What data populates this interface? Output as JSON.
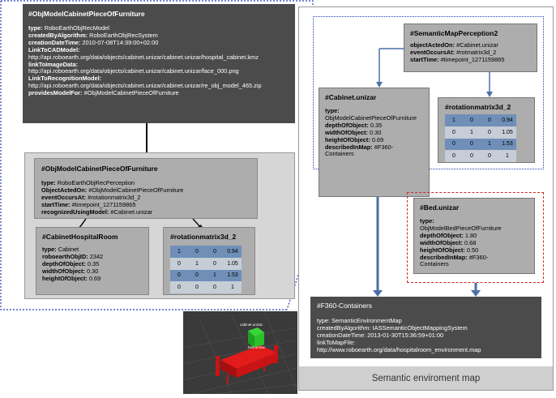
{
  "objmodel": {
    "title": "#ObjModelCabinetPieceOfFurniture",
    "fields": [
      {
        "key": "type:",
        "val": " RoboEarthObjRecModel"
      },
      {
        "key": "createdByAlgorithm:",
        "val": " RoboEarthObjRecSystem"
      },
      {
        "key": "creationDateTime:",
        "val": " 2010-07-08T14:39:00+02:00"
      },
      {
        "key": "LinkToCADModel:",
        "val": ""
      },
      {
        "url": "http://api.roboearth.org/data/objects/cabinet.unizar/cabinet.unizar/hospital_cabinet.kmz"
      },
      {
        "key": "linkToImageData:",
        "val": ""
      },
      {
        "url": "http://api.roboearth.org/data/objects/cabinet.unizar/cabinet.unizar/face_000.png"
      },
      {
        "key": "LinkToRecognitionModel:",
        "val": ""
      },
      {
        "url": "http://api.roboearth.org/data/objects/cabinet.unizar/cabinet.unizar/re_obj_model_465.zip"
      },
      {
        "key": "providesModelFor:",
        "val": " #ObjModelCabinetPieceOfFurniture"
      }
    ]
  },
  "objperc": {
    "title": "#ObjModelCabinetPieceOfFurniture",
    "fields": [
      {
        "key": "type:",
        "val": " RoboEarthObjRecPerception"
      },
      {
        "key": "ObjectActedOn:",
        "val": " #ObjModelCabinetPieceOfFurniture"
      },
      {
        "key": "eventOccursAt:",
        "val": " #rotationmatrix3d_2"
      },
      {
        "key": "startTime:",
        "val": " #timepoint_1271159865"
      },
      {
        "key": "recognizedUsingModel:",
        "val": " #Cabinet.unizar"
      }
    ]
  },
  "hospital": {
    "title": "#CabinetHospitalRoom",
    "fields": [
      {
        "key": "type:",
        "val": " Cabinet"
      },
      {
        "key": "roboearthObjID:",
        "val": " 2342"
      },
      {
        "key": "depthOfObject:",
        "val": " 0.35"
      },
      {
        "key": "widthOfObject:",
        "val": " 0.30"
      },
      {
        "key": "heightOfObject:",
        "val": " 0.69"
      }
    ]
  },
  "rot_left": {
    "title": "#rotationmatrix3d_2",
    "rows": [
      [
        "1",
        "0",
        "0",
        "0.94"
      ],
      [
        "0",
        "1",
        "0",
        "1.05"
      ],
      [
        "0",
        "0",
        "1",
        "1.53"
      ],
      [
        "0",
        "0",
        "0",
        "1"
      ]
    ]
  },
  "semmap": {
    "title": "#SemanticMapPerception2",
    "fields": [
      {
        "key": "objectActedOn:",
        "val": " #Cabinet.unizar"
      },
      {
        "key": "eventOccursAt:",
        "val": " #rotmatrix3d_2"
      },
      {
        "key": "startTime:",
        "val": " #timepoint_1271159865"
      }
    ]
  },
  "cabinet": {
    "title": "#Cabinet.unizar",
    "fields": [
      {
        "key": "type:",
        "val": ""
      },
      {
        "plain": "ObjModelCabinetPieceOfFurniture"
      },
      {
        "key": "depthOfObject:",
        "val": " 0.35"
      },
      {
        "key": "widthOfObject:",
        "val": " 0.30"
      },
      {
        "key": "heightOfObject:",
        "val": " 0.69"
      },
      {
        "key": "describedInMap:",
        "val": " #F360-"
      },
      {
        "plain": "Containers"
      }
    ]
  },
  "rot_right": {
    "title": "#rotationmatrix3d_2",
    "rows": [
      [
        "1",
        "0",
        "0",
        "0.94"
      ],
      [
        "0",
        "1",
        "0",
        "1.05"
      ],
      [
        "0",
        "0",
        "1",
        "1.53"
      ],
      [
        "0",
        "0",
        "0",
        "1"
      ]
    ]
  },
  "bed": {
    "title": "#Bed.unizar",
    "fields": [
      {
        "key": "type:",
        "val": ""
      },
      {
        "plain": "ObjModelBedPieceOfFurniture"
      },
      {
        "key": "depthOfObject:",
        "val": " 1.80"
      },
      {
        "key": "widthOfObject:",
        "val": " 0.68"
      },
      {
        "key": "heightOfObject:",
        "val": " 0.50"
      },
      {
        "key": "describedInMap:",
        "val": " #F360-"
      },
      {
        "plain": "Containers"
      }
    ]
  },
  "f360": {
    "title": "#F360-Containers",
    "fields": [
      {
        "plain": "type: SemanticEnvironmentMap"
      },
      {
        "plain": "createdByAlgorithm: IASSemanticObjectMappingSystem"
      },
      {
        "plain": "creationDateTime: 2013-01-30T15:36:59+01:00"
      },
      {
        "plain": "linkToMapFile:"
      },
      {
        "plain": "http://www.roboearth.org/data/hospitalroom_environment.map"
      }
    ]
  },
  "caption": "Semantic enviroment map",
  "scene": {
    "label_cabinet": "cabinet.unizar",
    "label_bed": "bed.unizar"
  }
}
